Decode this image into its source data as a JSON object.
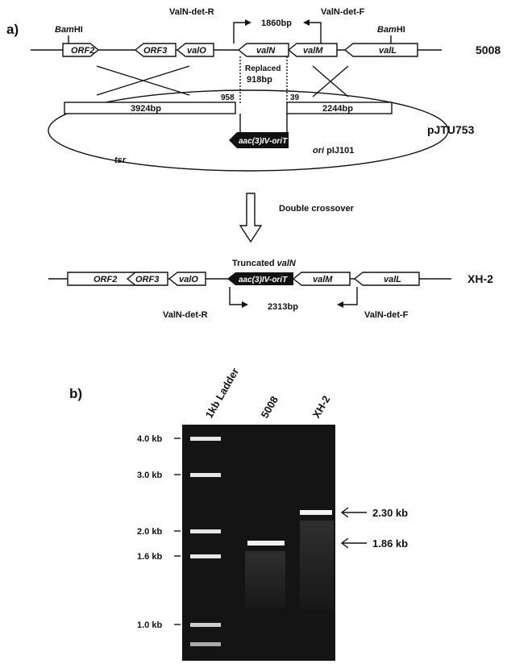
{
  "panel_a": {
    "label": "a)",
    "strain_wt": "5008",
    "plasmid": "pJTU753",
    "mutant": "XH-2",
    "genes_wt": {
      "orf2": "ORF2",
      "orf3": "ORF3",
      "valO": "valO",
      "valN": "valN",
      "valM": "valM",
      "valL": "valL"
    },
    "bamhi_prefix": "Bam",
    "bamhi_suffix": "HI",
    "primer_r": "ValN-det-R",
    "primer_f": "ValN-det-F",
    "size_wt": "1860bp",
    "replaced_label": "Replaced",
    "replaced_size": "918bp",
    "pos_left": "958",
    "pos_right": "39",
    "arm_left": "3924bp",
    "arm_right": "2244bp",
    "cassette": "aac(3)IV-oriT",
    "tsr": "tsr",
    "ori_prefix": "ori",
    "ori_suffix": "pIJ101",
    "double_crossover": "Double crossover",
    "truncated_prefix": "Truncated",
    "truncated_gene": "valN",
    "size_mut": "2313bp"
  },
  "panel_b": {
    "label": "b)",
    "lanes": [
      "1kb Ladder",
      "5008",
      "XH-2"
    ],
    "ladder_marks": [
      "4.0 kb",
      "3.0 kb",
      "2.0 kb",
      "1.6 kb",
      "1.0 kb"
    ],
    "band_high": "2.30 kb",
    "band_low": "1.86 kb"
  }
}
